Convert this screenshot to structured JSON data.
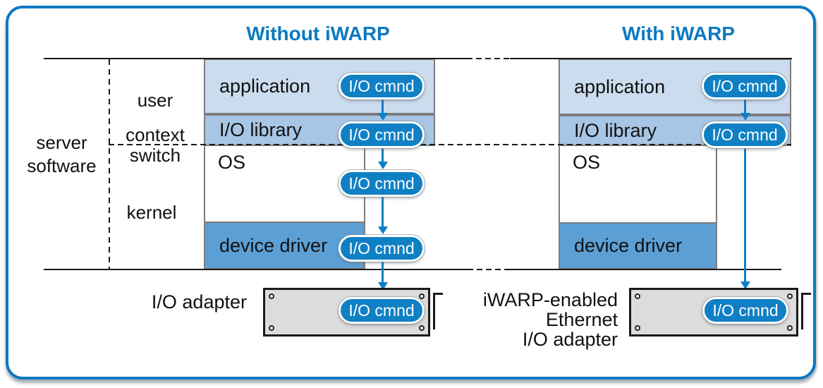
{
  "labels": {
    "io_cmnd": "I/O cmnd",
    "server_software": "server software",
    "user": "user",
    "context": "context",
    "switch": "switch",
    "kernel": "kernel"
  },
  "panels": [
    {
      "title": "Without iWARP",
      "application": "application",
      "io_library": "I/O library",
      "os": "OS",
      "device_driver": "device driver",
      "adapter_lines": [
        "I/O adapter"
      ]
    },
    {
      "title": "With iWARP",
      "application": "application",
      "io_library": "I/O library",
      "os": "OS",
      "device_driver": "device driver",
      "adapter_lines": [
        "iWARP-enabled",
        "Ethernet",
        "I/O adapter"
      ]
    }
  ],
  "colors": {
    "accent_blue": "#0d7ac1",
    "pill_blue": "#1080c4",
    "arrow_blue": "#0e7fc4",
    "application_fill": "#cbdcee",
    "io_library_fill": "#a7c5e4",
    "device_driver_fill": "#5b9fd4",
    "adapter_fill": "#dcdcdc",
    "frame_border": "#0c79c2",
    "box_border_gray": "#7d7d7d",
    "line_black": "#1a1a1a"
  }
}
